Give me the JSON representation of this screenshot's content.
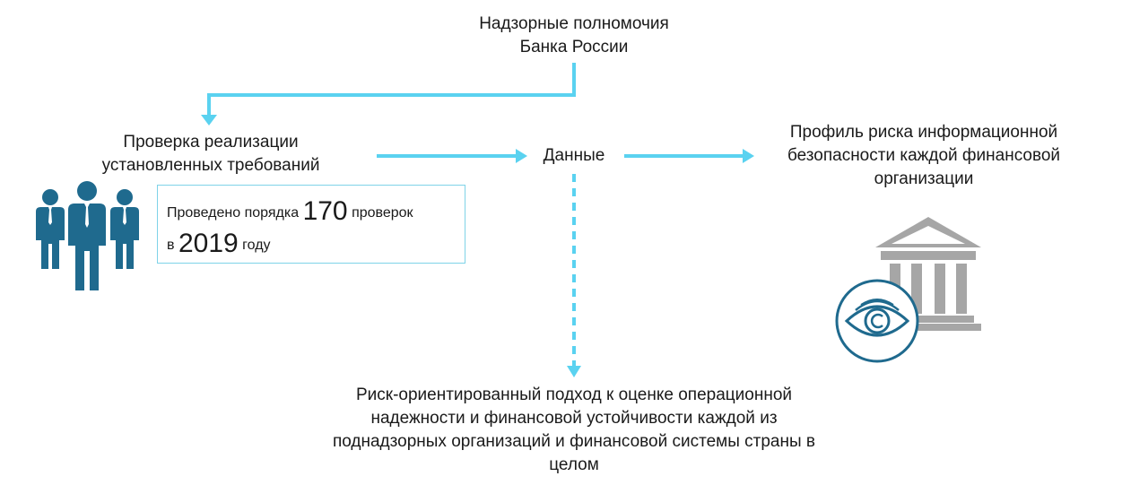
{
  "nodes": {
    "top_line1": "Надзорные полномочия",
    "top_line2": "Банка России",
    "check_line1": "Проверка реализации",
    "check_line2": "установленных требований",
    "data": "Данные",
    "profile_line1": "Профиль риска информационной",
    "profile_line2": "безопасности каждой финансовой",
    "profile_line3": "организации",
    "bottom_line1": "Риск-ориентированный подход к оценке операционной",
    "bottom_line2": "надежности и финансовой устойчивости каждой из",
    "bottom_line3": "поднадзорных организаций и финансовой системы страны в",
    "bottom_line4": "целом"
  },
  "info_box": {
    "prefix": "Проведено порядка",
    "count": "170",
    "middle": "проверок",
    "year_prefix": "в",
    "year": "2019",
    "suffix": "году"
  },
  "colors": {
    "arrow": "#5ad2f0",
    "people": "#1f6a8e",
    "building": "#a6a6a6",
    "eye": "#1f6a8e"
  },
  "icons": {
    "people": "people-group-icon",
    "building": "bank-building-icon",
    "eye": "eye-icon"
  }
}
